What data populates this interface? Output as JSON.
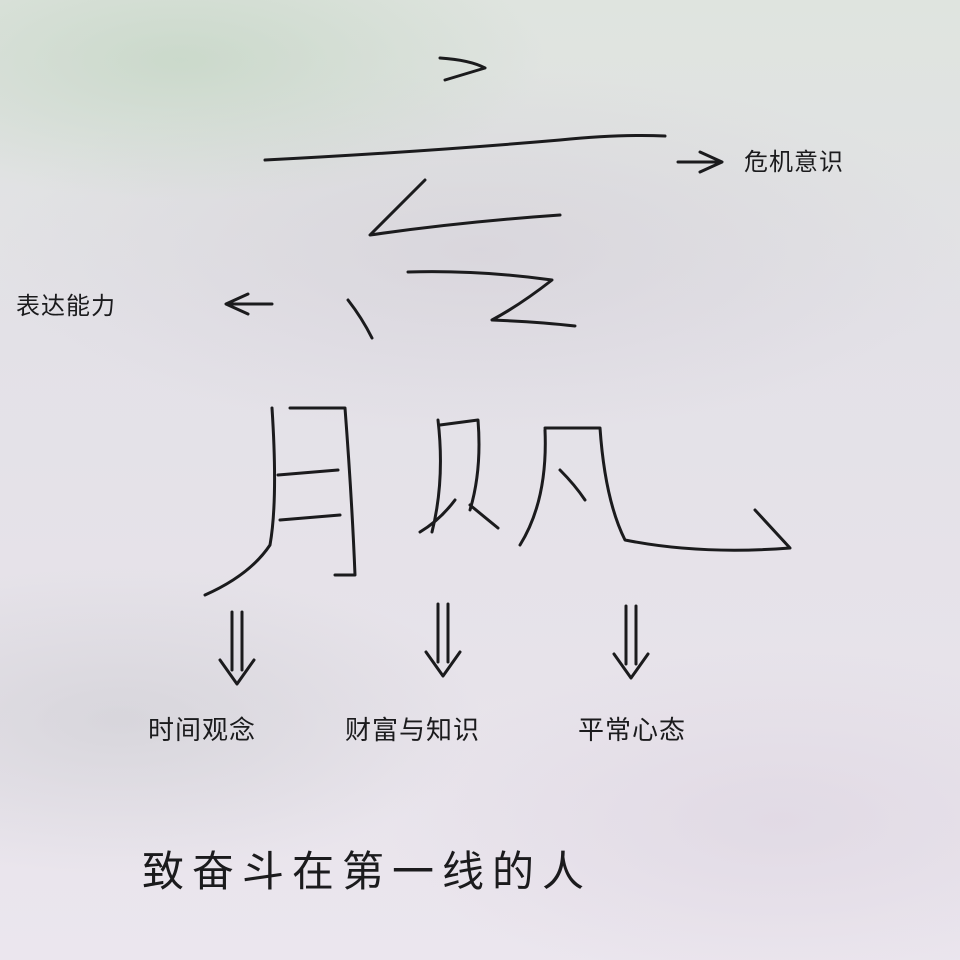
{
  "annotations": {
    "top_right": "危机意识",
    "left": "表达能力",
    "bottom_left": "时间观念",
    "bottom_center": "财富与知识",
    "bottom_right": "平常心态"
  },
  "caption": "致奋斗在第一线的人"
}
